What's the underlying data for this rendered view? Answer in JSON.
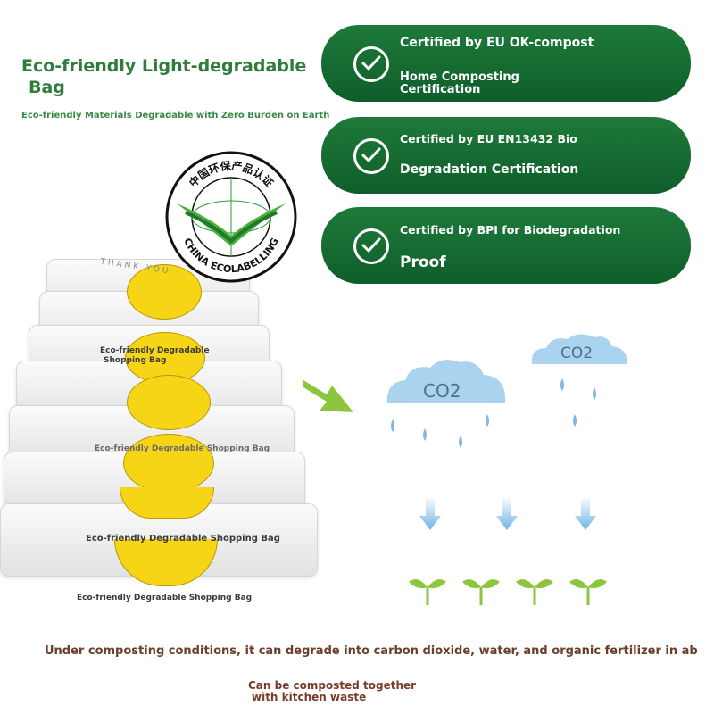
{
  "heading": {
    "title_line1": "Eco-friendly Light-degradable",
    "title_line2": "Bag",
    "subtitle": "Eco-friendly Materials Degradable with Zero Burden on Earth"
  },
  "certifications": [
    {
      "line1": "Certified by EU OK-compost",
      "line2": "Home Composting Certification"
    },
    {
      "line1": "Certified by EU EN13432 Bio",
      "line2": "Degradation Certification"
    },
    {
      "line1": "Certified by BPI for Biodegradation",
      "line2": "Proof"
    }
  ],
  "ecolabel": {
    "top_text": "中国环保产品认证",
    "bottom_text": "CHINA ECOLABELLING"
  },
  "bags": {
    "thank_text": "THANK YOU",
    "label_short_a": "Eco-friendly Degradable",
    "label_short_b": "Shopping Bag",
    "label_full": "Eco-friendly Degradable Shopping Bag"
  },
  "cycle": {
    "co2_left": "CO2",
    "co2_right": "CO2"
  },
  "footer": {
    "line1": "Under composting conditions, it can degrade into carbon dioxide, water, and organic fertilizer in ab",
    "line2a": "Can be composted together",
    "line2b": "with kitchen waste"
  },
  "colors": {
    "pill_green": "#1a7035",
    "title_green": "#2e7d3b",
    "smiley_yellow": "#f5d516",
    "cloud_blue": "#a9d3ee",
    "sprout_green": "#8cc63f",
    "footer_brown": "#6b3f2a"
  }
}
